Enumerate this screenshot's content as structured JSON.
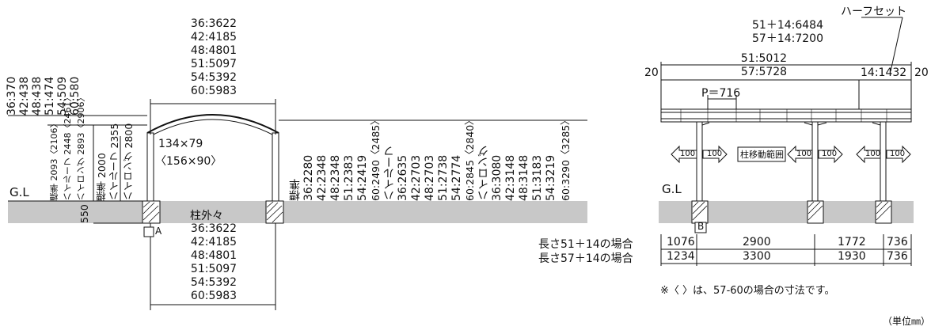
{
  "left": {
    "top_lengths": [
      "36:3622",
      "42:4185",
      "48:4801",
      "51:5097",
      "54:5392",
      "60:5983"
    ],
    "bottom_lengths": [
      "36:3622",
      "42:4185",
      "48:4801",
      "51:5097",
      "54:5392",
      "60:5983"
    ],
    "pillar_outer_label": "柱外々",
    "overall_heights": [
      "36:370",
      "42:438",
      "48:438",
      "51:474",
      "54:509",
      "60:580"
    ],
    "roof_heights": [
      "標準 2093〈2106〉",
      "ハイルーフ 2448〈2461〉",
      "ハイロング 2893〈2906〉"
    ],
    "eave_heights": [
      "標準 2000",
      "ハイルーフ 2355",
      "ハイロング 2800"
    ],
    "post_size": "134×79",
    "post_size_alt": "〈156×90〉",
    "ground_label": "G.L",
    "foundation_depth": "550",
    "section_mark": "A",
    "clearance_columns": [
      "標準",
      "36:2280",
      "42:2348",
      "48:2348",
      "51:2383",
      "54:2419",
      "60:2490〈2485〉",
      "ハイルーフ",
      "36:2635",
      "42:2703",
      "48:2703",
      "51:2738",
      "54:2774",
      "60:2845〈2840〉",
      "ハイロング",
      "36:3080",
      "42:3148",
      "48:3148",
      "51:3183",
      "54:3219",
      "60:3290〈3285〉"
    ]
  },
  "right": {
    "half_set_label": "ハーフセット",
    "total_lengths": [
      "51＋14:6484",
      "57＋14:7200"
    ],
    "main_lengths": [
      "51:5012",
      "57:5728"
    ],
    "extension_length": "14:1432",
    "overhang_left": "20",
    "overhang_right": "20",
    "pitch_label": "P＝716",
    "move_label": "柱移動範囲",
    "move_value": "100",
    "ground_label": "G.L",
    "section_mark": "B",
    "rows": [
      {
        "label": "長さ51＋14の場合",
        "values": [
          "1076",
          "2900",
          "1772",
          "736"
        ]
      },
      {
        "label": "長さ57＋14の場合",
        "values": [
          "1234",
          "3300",
          "1930",
          "736"
        ]
      }
    ],
    "note": "※〈 〉は、57-60の場合の寸法です。",
    "unit": "（単位㎜）"
  }
}
